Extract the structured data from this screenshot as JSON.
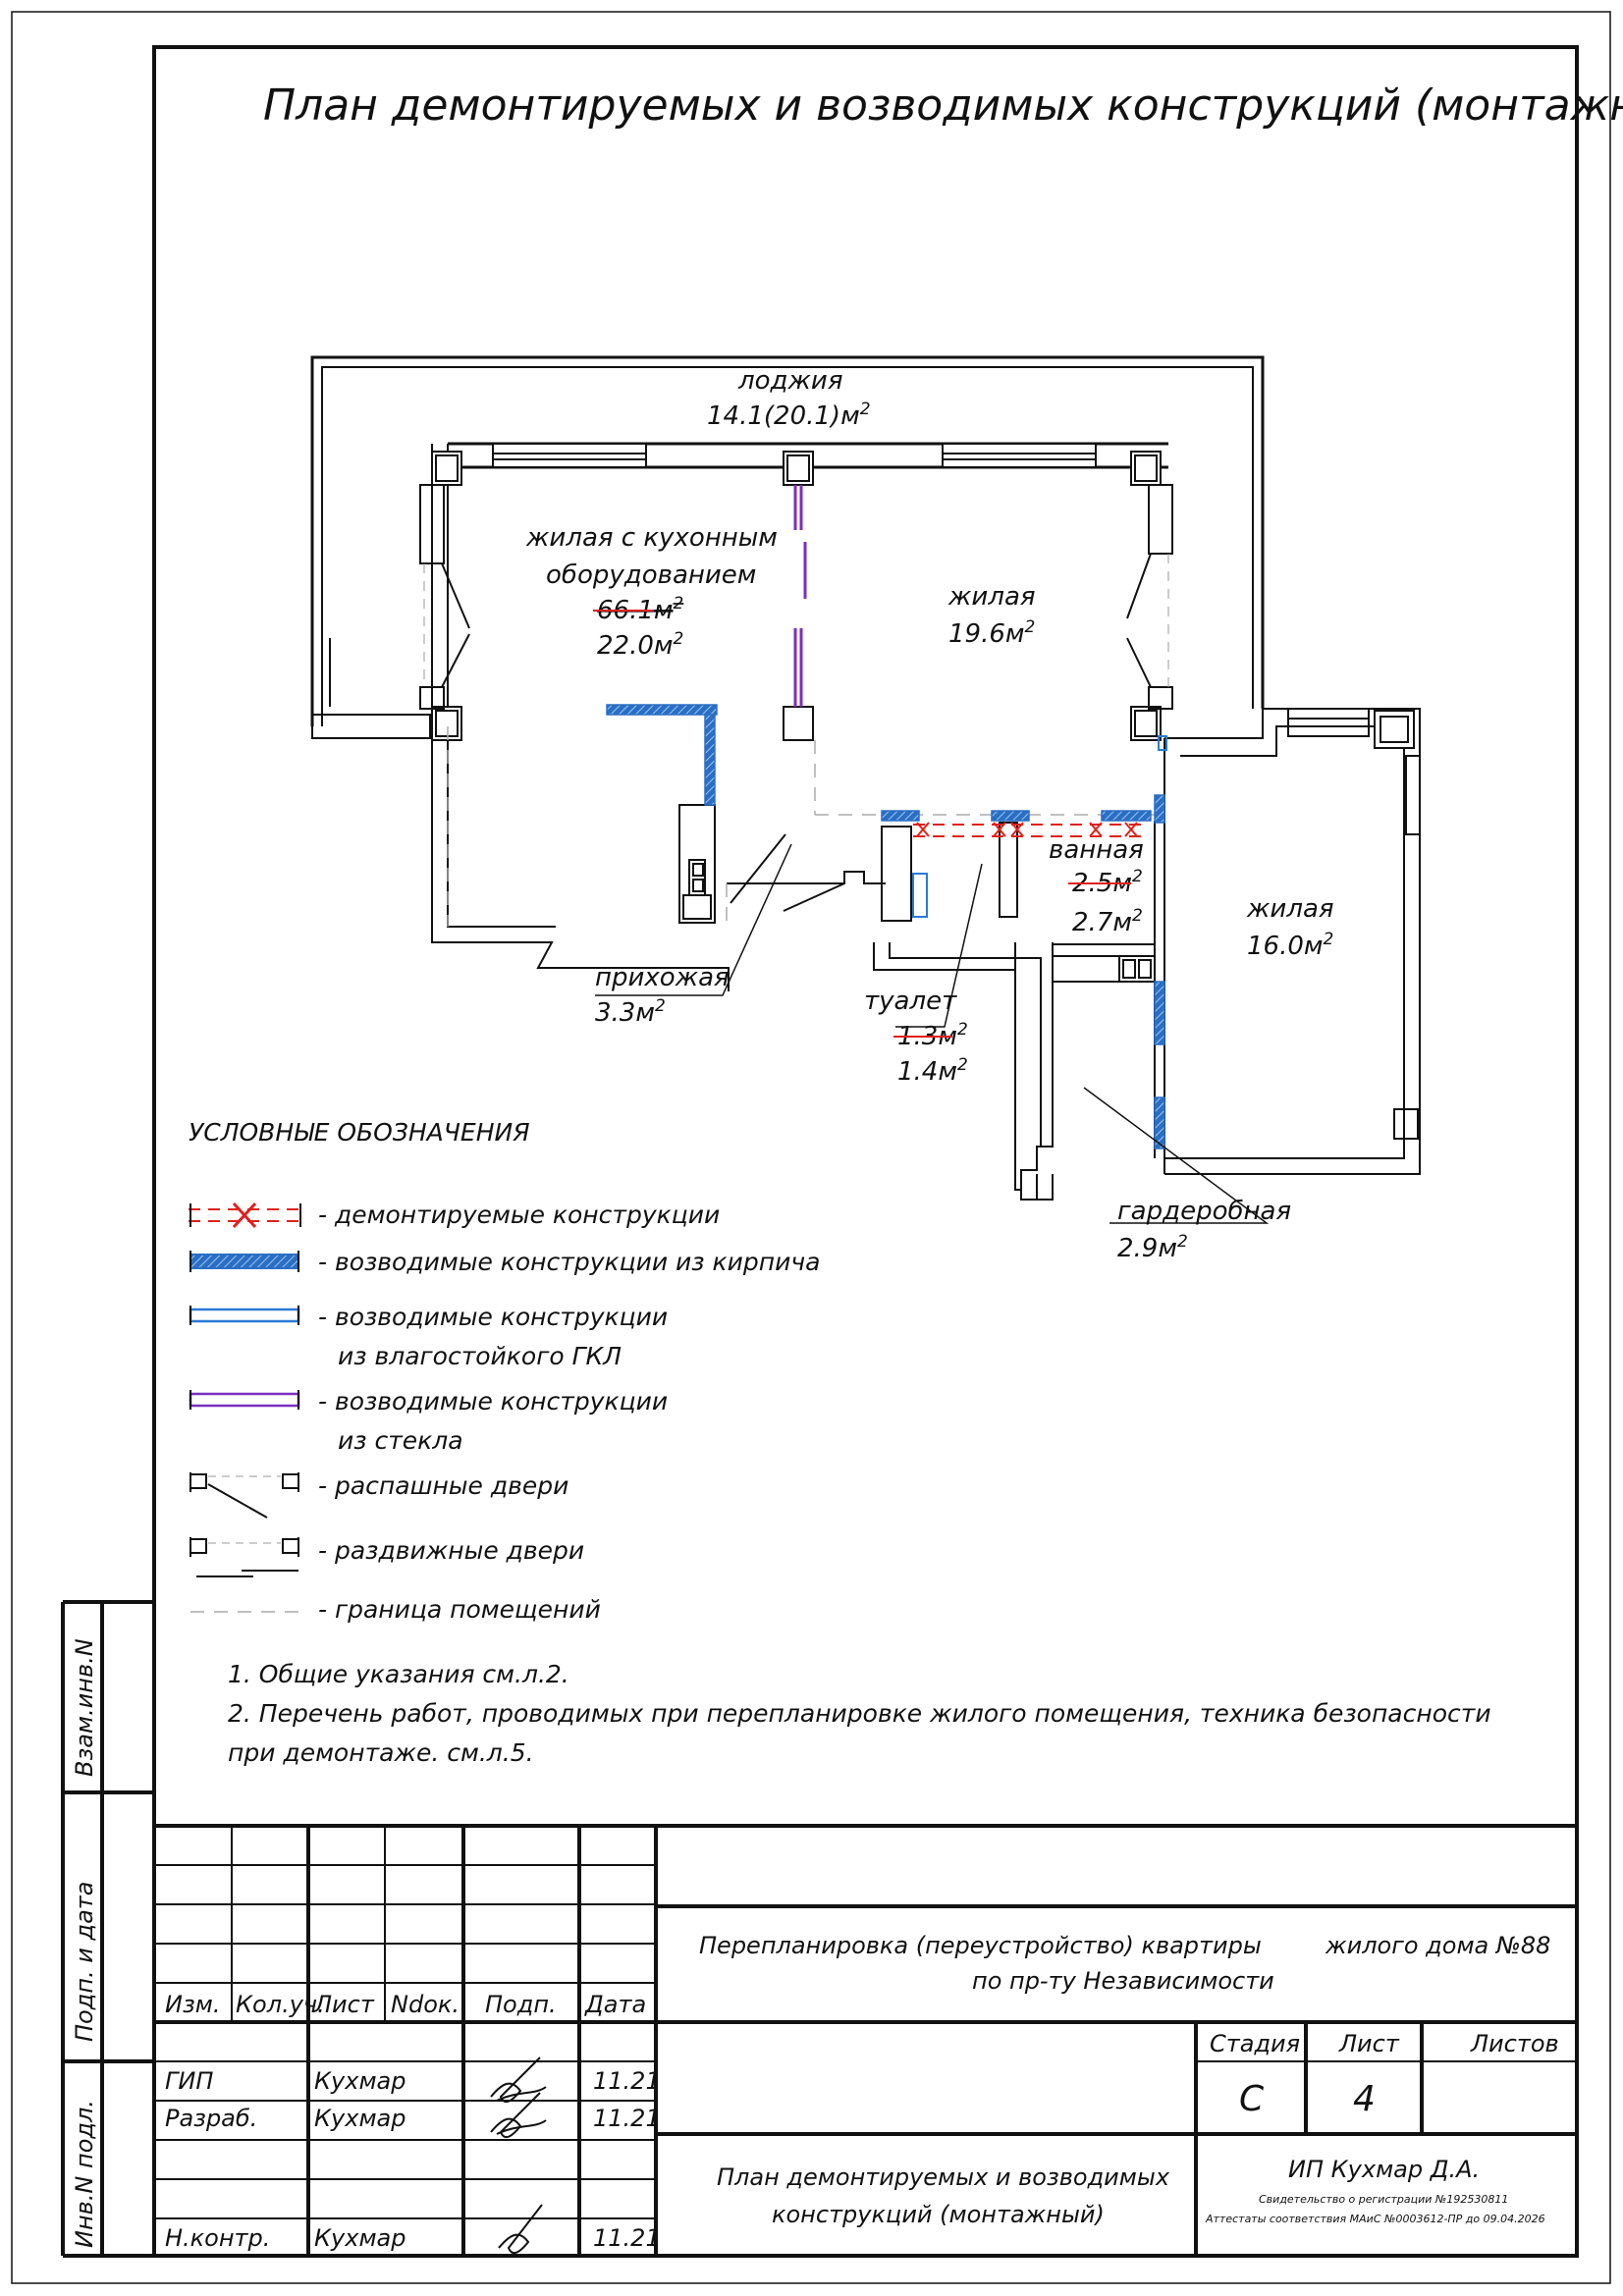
{
  "title": "План демонтируемых и возводимых конструкций (монтажный)",
  "rooms": {
    "loggia": {
      "name": "лоджия",
      "area": "14.1(20.1)м",
      "sup": "2"
    },
    "kitchen": {
      "name1": "жилая с кухонным",
      "name2": "оборудованием",
      "old_area": "66.1м",
      "new_area": "22.0м",
      "sup": "2"
    },
    "living1": {
      "name": "жилая",
      "area": "19.6м",
      "sup": "2"
    },
    "bath": {
      "name": "ванная",
      "old_area": "2.5м",
      "new_area": "2.7м",
      "sup": "2"
    },
    "living2": {
      "name": "жилая",
      "area": "16.0м",
      "sup": "2"
    },
    "hall": {
      "name": "прихожая",
      "area": "3.3м",
      "sup": "2"
    },
    "toilet": {
      "name": "туалет",
      "old_area": "1.3м",
      "new_area": "1.4м",
      "sup": "2"
    },
    "wardrobe": {
      "name": "гардеробная",
      "area": "2.9м",
      "sup": "2"
    }
  },
  "legend": {
    "heading": "УСЛОВНЫЕ ОБОЗНАЧЕНИЯ",
    "items": [
      "- демонтируемые конструкции",
      "- возводимые конструкции из кирпича",
      "- возводимые конструкции",
      "из влагостойкого ГКЛ",
      "- возводимые конструкции",
      "из стекла",
      "- распашные двери",
      "- раздвижные двери",
      "- граница помещений"
    ]
  },
  "notes": [
    "1. Общие указания см.л.2.",
    "2. Перечень работ, проводимых при перепланировке жилого помещения, техника безопасности",
    "при демонтаже. см.л.5."
  ],
  "side_labels": [
    "Взам.инв.N",
    "Подп. и дата",
    "Инв.N подл."
  ],
  "stamp": {
    "headers": [
      "Изм.",
      "Кол.уч.",
      "Лист",
      "Ndок.",
      "Подп.",
      "Дата"
    ],
    "rows": [
      {
        "role": "ГИП",
        "name": "Кухмар",
        "date": "11.21"
      },
      {
        "role": "Разраб.",
        "name": "Кухмар",
        "date": "11.21"
      },
      {
        "role": "Н.контр.",
        "name": "Кухмар",
        "date": "11.21"
      }
    ],
    "project_line1a": "Перепланировка (переустройство) квартиры",
    "project_line1b": "жилого дома №88",
    "project_line2": "по пр-ту Независимости",
    "stage_label": "Стадия",
    "sheet_label": "Лист",
    "sheets_label": "Листов",
    "stage": "С",
    "sheet": "4",
    "sheets": "",
    "drawing_line1": "План демонтируемых и возводимых",
    "drawing_line2": "конструкций (монтажный)",
    "company": "ИП Кухмар Д.А.",
    "cert1": "Свидетельство о регистрации №192530811",
    "cert2": "Аттестаты соответствия МАиС №0003612-ПР до 09.04.2026"
  },
  "colors": {
    "demolish": "#e0201a",
    "brick": "#2a6fc4",
    "gkl": "#2a7bd6",
    "glass": "#7a2fc0",
    "line": "#111111"
  }
}
